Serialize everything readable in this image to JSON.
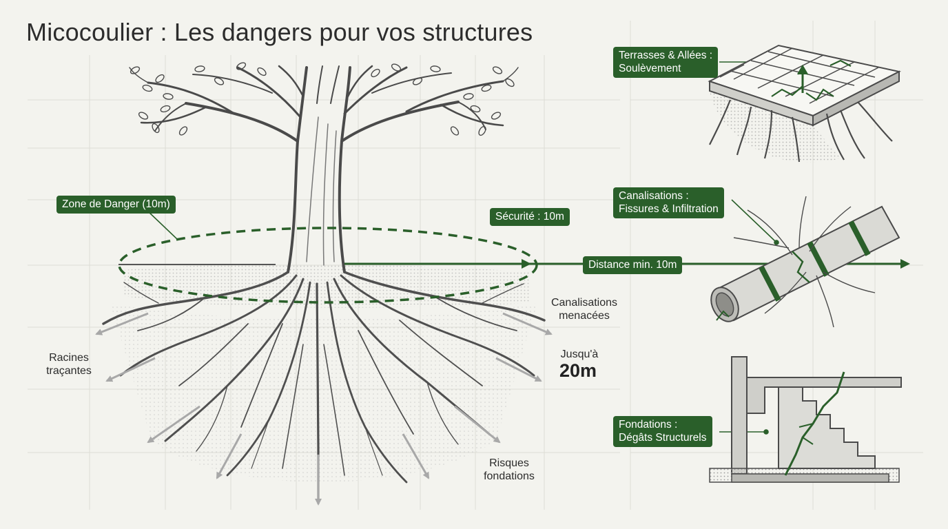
{
  "title": "Micocoulier : Les dangers pour vos structures",
  "colors": {
    "accent": "#2a5f2a",
    "background": "#f3f3ee",
    "ink": "#2c2c2c",
    "arrow_gray": "#a8a8a8"
  },
  "callouts": {
    "danger_zone": "Zone de Danger (10m)",
    "security": "Sécurité : 10m",
    "min_distance": "Distance min. 10m",
    "terraces": [
      "Terrasses & Allées :",
      "Soulèvement"
    ],
    "pipes": [
      "Canalisations :",
      "Fissures & Infiltration"
    ],
    "foundations": [
      "Fondations :",
      "Dégâts Structurels"
    ]
  },
  "annotations": {
    "roots": [
      "Racines",
      "traçantes"
    ],
    "pipes_threatened": [
      "Canalisations",
      "menacées"
    ],
    "reach_text": "Jusqu'à",
    "reach_value": "20m",
    "foundation_risk": [
      "Risques",
      "fondations"
    ]
  },
  "icons": {
    "tree": "tree-illustration",
    "paving": "paving-slab-icon",
    "pipe": "pipe-icon",
    "foundation": "foundation-wall-icon"
  }
}
